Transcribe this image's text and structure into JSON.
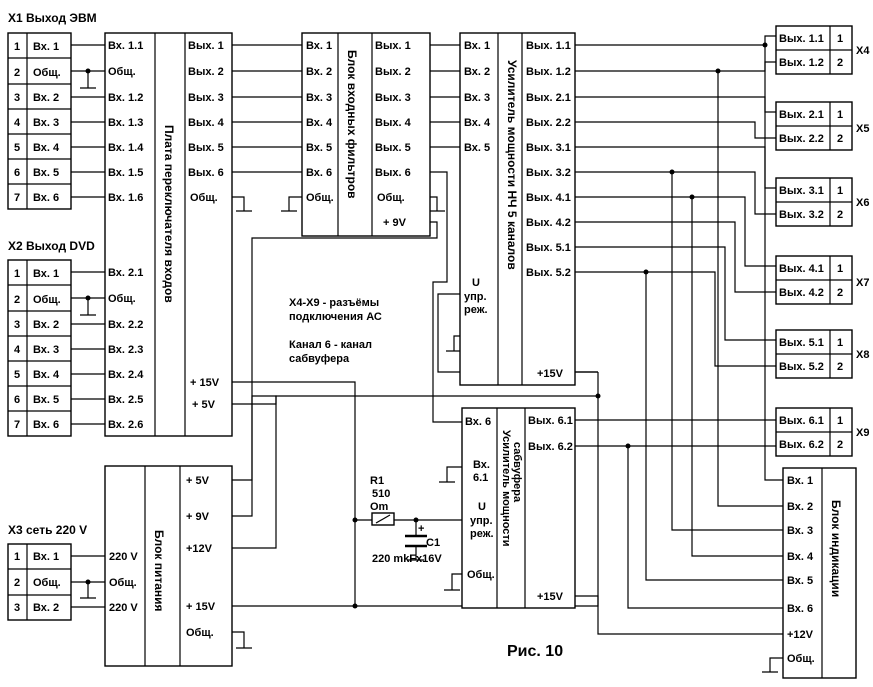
{
  "figure": {
    "caption": "Рис. 10"
  },
  "notes": [
    "Х4-Х9 - разъёмы",
    "подключения АС",
    "Канал 6 - канал",
    "сабвуфера"
  ],
  "connectors": {
    "x1": {
      "title": "X1 Выход ЭВМ",
      "rows": [
        {
          "n": "1",
          "label": "Вх. 1"
        },
        {
          "n": "2",
          "label": "Общ."
        },
        {
          "n": "3",
          "label": "Вх. 2"
        },
        {
          "n": "4",
          "label": "Вх. 3"
        },
        {
          "n": "5",
          "label": "Вх. 4"
        },
        {
          "n": "6",
          "label": "Вх. 5"
        },
        {
          "n": "7",
          "label": "Вх. 6"
        }
      ]
    },
    "x2": {
      "title": "X2 Выход DVD",
      "rows": [
        {
          "n": "1",
          "label": "Вх. 1"
        },
        {
          "n": "2",
          "label": "Общ."
        },
        {
          "n": "3",
          "label": "Вх. 2"
        },
        {
          "n": "4",
          "label": "Вх. 3"
        },
        {
          "n": "5",
          "label": "Вх. 4"
        },
        {
          "n": "6",
          "label": "Вх. 5"
        },
        {
          "n": "7",
          "label": "Вх. 6"
        }
      ]
    },
    "x3": {
      "title": "X3 сеть 220 V",
      "rows": [
        {
          "n": "1",
          "label": "Вх. 1"
        },
        {
          "n": "2",
          "label": "Общ."
        },
        {
          "n": "3",
          "label": "Вх. 2"
        }
      ]
    },
    "outputs": [
      {
        "name": "X4",
        "pins": [
          {
            "label": "Вых. 1.1",
            "n": "1"
          },
          {
            "label": "Вых. 1.2",
            "n": "2"
          }
        ]
      },
      {
        "name": "X5",
        "pins": [
          {
            "label": "Вых. 2.1",
            "n": "1"
          },
          {
            "label": "Вых. 2.2",
            "n": "2"
          }
        ]
      },
      {
        "name": "X6",
        "pins": [
          {
            "label": "Вых. 3.1",
            "n": "1"
          },
          {
            "label": "Вых. 3.2",
            "n": "2"
          }
        ]
      },
      {
        "name": "X7",
        "pins": [
          {
            "label": "Вых. 4.1",
            "n": "1"
          },
          {
            "label": "Вых. 4.2",
            "n": "2"
          }
        ]
      },
      {
        "name": "X8",
        "pins": [
          {
            "label": "Вых. 5.1",
            "n": "1"
          },
          {
            "label": "Вых. 5.2",
            "n": "2"
          }
        ]
      },
      {
        "name": "X9",
        "pins": [
          {
            "label": "Вых. 6.1",
            "n": "1"
          },
          {
            "label": "Вых. 6.2",
            "n": "2"
          }
        ]
      }
    ]
  },
  "blocks": {
    "selector": {
      "title": "Плата переключателя входов",
      "inputs1": [
        "Вх. 1.1",
        "Общ.",
        "Вх. 1.2",
        "Вх. 1.3",
        "Вх. 1.4",
        "Вх. 1.5",
        "Вх. 1.6"
      ],
      "inputs2": [
        "Вх. 2.1",
        "Общ.",
        "Вх. 2.2",
        "Вх. 2.3",
        "Вх. 2.4",
        "Вх. 2.5",
        "Вх. 2.6"
      ],
      "outputs": [
        "Вых. 1",
        "Вых. 2",
        "Вых. 3",
        "Вых. 4",
        "Вых. 5",
        "Вых. 6",
        "Общ."
      ],
      "power": [
        "+ 15V",
        "+ 5V"
      ]
    },
    "filters": {
      "title": "Блок входных фильтров",
      "inputs": [
        "Вх. 1",
        "Вх. 2",
        "Вх. 3",
        "Вх. 4",
        "Вх. 5",
        "Вх. 6",
        "Общ."
      ],
      "outputs": [
        "Вых. 1",
        "Вых. 2",
        "Вых. 3",
        "Вых. 4",
        "Вых. 5",
        "Вых. 6",
        "Общ."
      ],
      "power": "+ 9V"
    },
    "amp5": {
      "title": "Усилитель мощности НЧ 5 каналов",
      "inputs": [
        "Вх. 1",
        "Вх. 2",
        "Вх. 3",
        "Вх. 4",
        "Вх. 5"
      ],
      "ctrl": [
        "U",
        "упр.",
        "реж."
      ],
      "outputs": [
        "Вых. 1.1",
        "Вых. 1.2",
        "Вых. 2.1",
        "Вых. 2.2",
        "Вых. 3.1",
        "Вых. 3.2",
        "Вых. 4.1",
        "Вых. 4.2",
        "Вых. 5.1",
        "Вых. 5.2"
      ],
      "power": "+15V"
    },
    "sub": {
      "title_1": "Усилитель мощности",
      "title_2": "сабвуфера",
      "inputs": [
        "Вх. 6",
        "Вх.",
        "6.1"
      ],
      "ctrl": [
        "U",
        "упр.",
        "реж."
      ],
      "common": "Общ.",
      "outputs": [
        "Вых. 6.1",
        "Вых. 6.2"
      ],
      "power": "+15V"
    },
    "psu": {
      "title": "Блок питания",
      "inputs": [
        "220 V",
        "Общ.",
        "220 V"
      ],
      "outputs": [
        "+ 5V",
        "+ 9V",
        "+12V",
        "+ 15V",
        "Общ."
      ]
    },
    "indicator": {
      "title": "Блок индикации",
      "inputs": [
        "Вх. 1",
        "Вх. 2",
        "Вх. 3",
        "Вх. 4",
        "Вх. 5",
        "Вх. 6",
        "+12V",
        "Общ."
      ]
    }
  },
  "components": {
    "r1": {
      "name": "R1",
      "value_1": "510",
      "value_2": "Om"
    },
    "c1": {
      "name": "C1",
      "plus": "+",
      "value": "220 mkFx16V"
    }
  }
}
